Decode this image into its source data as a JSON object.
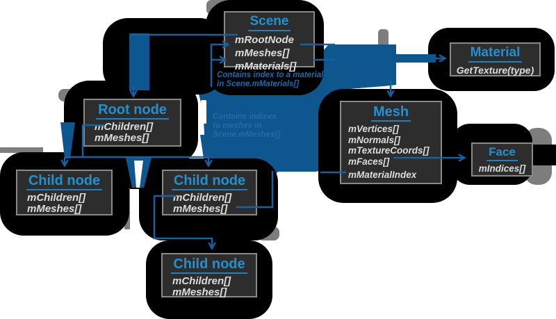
{
  "diagram": {
    "boxes": [
      {
        "id": "scene",
        "title": "Scene",
        "fields": [
          "mRootNode",
          "mMeshes[]",
          "mMaterials[]"
        ]
      },
      {
        "id": "material",
        "title": "Material",
        "fields": [
          "GetTexture(type)"
        ]
      },
      {
        "id": "mesh",
        "title": "Mesh",
        "fields": [
          "mVertices[]",
          "mNormals[]",
          "mTextureCoords[]",
          "mFaces[]",
          "mMaterialIndex"
        ]
      },
      {
        "id": "face",
        "title": "Face",
        "fields": [
          "mIndices[]"
        ]
      },
      {
        "id": "root-node",
        "title": "Root node",
        "fields": [
          "mChildren[]",
          "mMeshes[]"
        ]
      },
      {
        "id": "child-node-left",
        "title": "Child node",
        "fields": [
          "mChildren[]",
          "mMeshes[]"
        ]
      },
      {
        "id": "child-node-middle",
        "title": "Child node",
        "fields": [
          "mChildren[]",
          "mMeshes[]"
        ]
      },
      {
        "id": "child-node-bottom",
        "title": "Child node",
        "fields": [
          "mChildren[]",
          "mMeshes[]"
        ]
      }
    ],
    "annotations": [
      {
        "id": "material-index-note",
        "lines": [
          "Contains index to a material",
          "in Scene.mMaterials[]"
        ]
      },
      {
        "id": "mesh-indices-note",
        "lines": [
          "Contains indices",
          "to meshes in",
          "Scene.mMeshes[]"
        ]
      }
    ],
    "colors": {
      "title_blue": "#2191d0",
      "flow_blue": "#0d568e",
      "connector_blue": "#15629f",
      "box_background": "#2d2d2d",
      "box_border": "#8a8a8a",
      "field_text": "#dcdcdc",
      "note_bright": "#1a6cab",
      "note_faint": "#2c6ea3",
      "blob_black": "#000000",
      "accent_gray": "#7d7d7d"
    }
  }
}
